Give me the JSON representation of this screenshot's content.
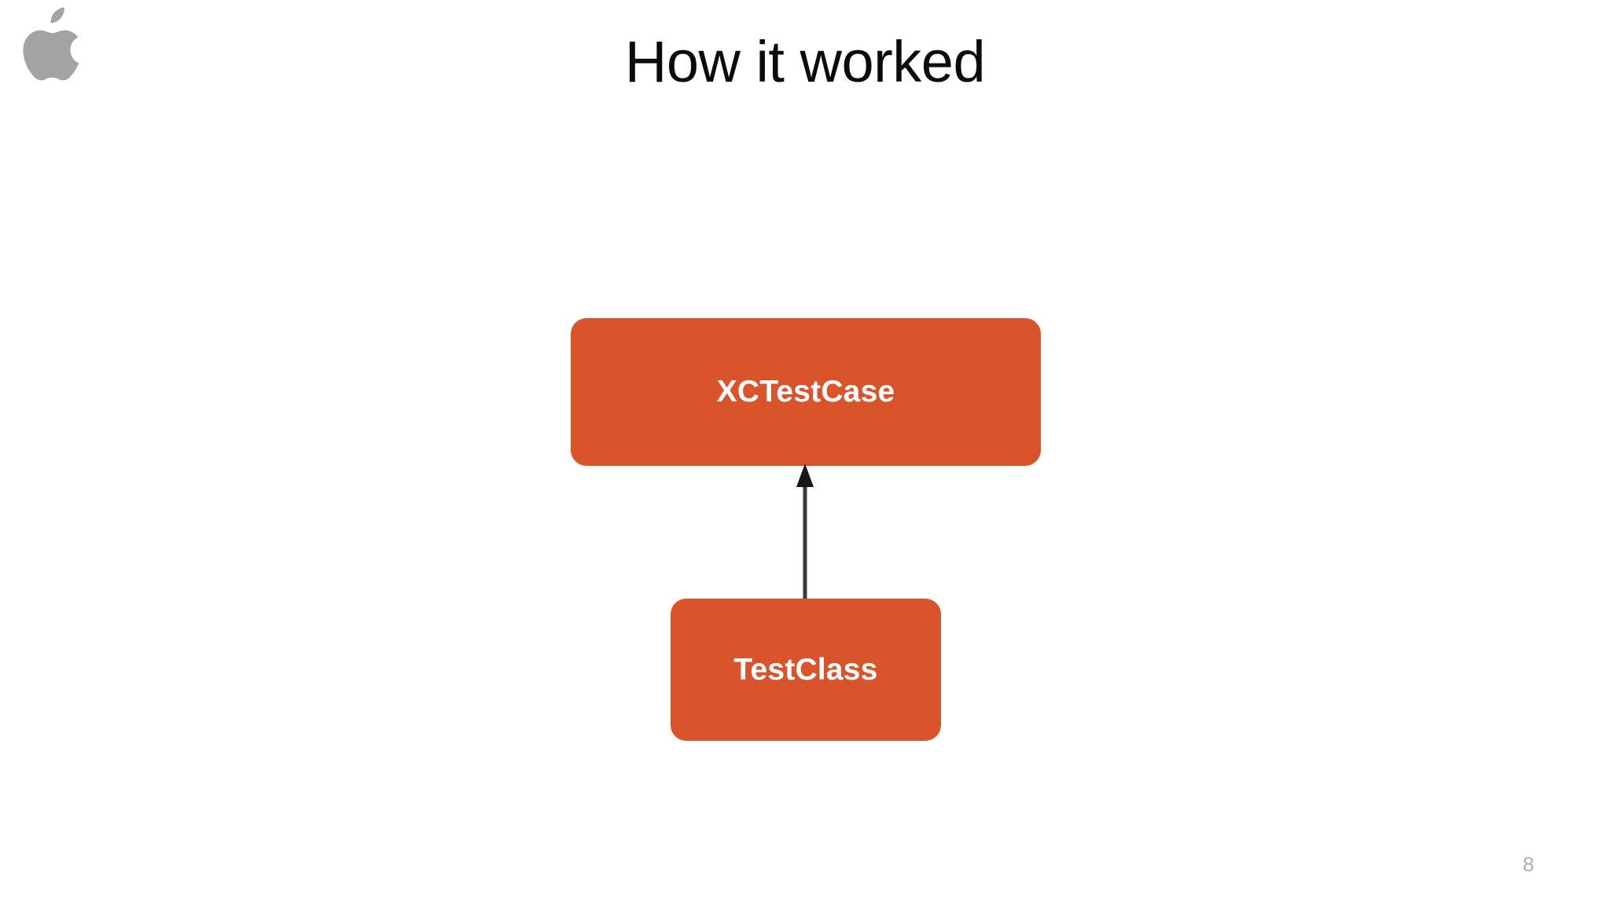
{
  "slide": {
    "title": "How it worked",
    "page_number": "8",
    "background_color": "#ffffff",
    "title_color": "#0b0b0b",
    "page_number_color": "#b0b0b2"
  },
  "brand": {
    "logo_name": "apple-logo",
    "logo_color": "#a3a3a5"
  },
  "diagram": {
    "type": "class-inheritance",
    "node_fill": "#d9532b",
    "node_text_color": "#ffffff",
    "connector_color": "#3a3a3c",
    "nodes": [
      {
        "id": "superclass",
        "label": "XCTestCase",
        "role": "superclass"
      },
      {
        "id": "subclass",
        "label": "TestClass",
        "role": "subclass"
      }
    ],
    "edges": [
      {
        "from": "subclass",
        "to": "superclass",
        "relation": "inherits-from",
        "arrowhead": "solid-triangle",
        "direction": "up"
      }
    ]
  }
}
